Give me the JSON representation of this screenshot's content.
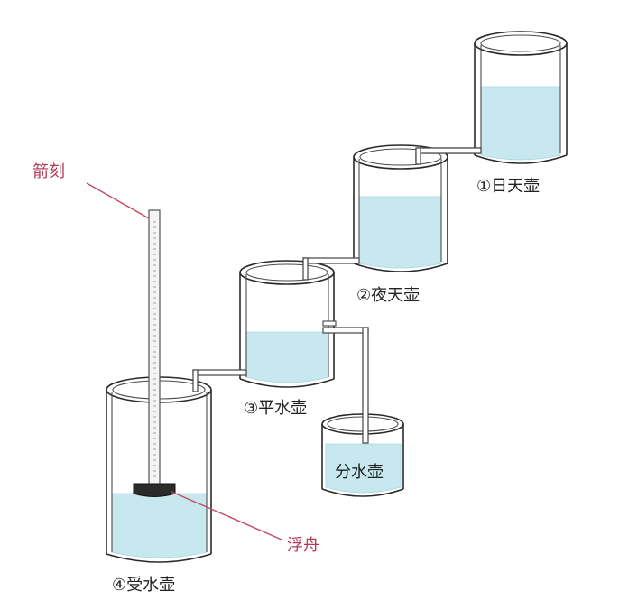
{
  "colors": {
    "water": "#c6e8ee",
    "water_edge": "#a9d7e0",
    "pointer_line": "#c24a63",
    "pointer_text": "#b23a5a",
    "label_text": "#222222"
  },
  "vessels": [
    {
      "id": "day",
      "label": "①日天壶"
    },
    {
      "id": "night",
      "label": "②夜天壶"
    },
    {
      "id": "level",
      "label": "③平水壶"
    },
    {
      "id": "split",
      "label": "分水壶"
    },
    {
      "id": "receive",
      "label": "④受水壶"
    }
  ],
  "parts": {
    "arrow_rod": "箭刻",
    "float": "浮舟"
  }
}
